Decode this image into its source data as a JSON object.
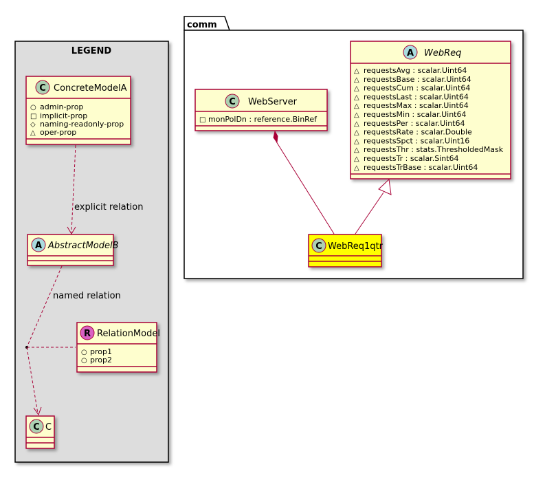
{
  "colors": {
    "class_fill": "#FEFECE",
    "class_border": "#A80036",
    "highlight_fill": "#FFFF00",
    "legend_fill": "#DDDDDD",
    "class_circle": "#ADD1B2",
    "abstract_circle": "#A9DCDF",
    "relation_circle": "#D961C4"
  },
  "legend": {
    "title": "LEGEND",
    "concrete": {
      "stereotype_letter": "C",
      "name": "ConcreteModelA",
      "attributes": [
        {
          "vis": "○",
          "name": "admin-prop"
        },
        {
          "vis": "□",
          "name": "implicit-prop"
        },
        {
          "vis": "◇",
          "name": "naming-readonly-prop"
        },
        {
          "vis": "△",
          "name": "oper-prop"
        }
      ]
    },
    "abstract": {
      "stereotype_letter": "A",
      "name": "AbstractModelB"
    },
    "relation_model": {
      "stereotype_letter": "R",
      "name": "RelationModel",
      "attributes": [
        {
          "vis": "○",
          "name": "prop1"
        },
        {
          "vis": "○",
          "name": "prop2"
        }
      ]
    },
    "target": {
      "stereotype_letter": "C",
      "name": "C"
    },
    "explicit_label": "explicit relation",
    "named_label": "named relation"
  },
  "package": {
    "name": "comm",
    "webserver": {
      "stereotype_letter": "C",
      "name": "WebServer",
      "attributes": [
        {
          "vis": "□",
          "name": "monPolDn : reference.BinRef"
        }
      ]
    },
    "webreq": {
      "stereotype_letter": "A",
      "name": "WebReq",
      "attributes": [
        {
          "vis": "△",
          "name": "requestsAvg : scalar.Uint64"
        },
        {
          "vis": "△",
          "name": "requestsBase : scalar.Uint64"
        },
        {
          "vis": "△",
          "name": "requestsCum : scalar.Uint64"
        },
        {
          "vis": "△",
          "name": "requestsLast : scalar.Uint64"
        },
        {
          "vis": "△",
          "name": "requestsMax : scalar.Uint64"
        },
        {
          "vis": "△",
          "name": "requestsMin : scalar.Uint64"
        },
        {
          "vis": "△",
          "name": "requestsPer : scalar.Uint64"
        },
        {
          "vis": "△",
          "name": "requestsRate : scalar.Double"
        },
        {
          "vis": "△",
          "name": "requestsSpct : scalar.Uint16"
        },
        {
          "vis": "△",
          "name": "requestsThr : stats.ThresholdedMask"
        },
        {
          "vis": "△",
          "name": "requestsTr : scalar.Sint64"
        },
        {
          "vis": "△",
          "name": "requestsTrBase : scalar.Uint64"
        }
      ]
    },
    "webreq1qtr": {
      "stereotype_letter": "C",
      "name": "WebReq1qtr"
    }
  }
}
